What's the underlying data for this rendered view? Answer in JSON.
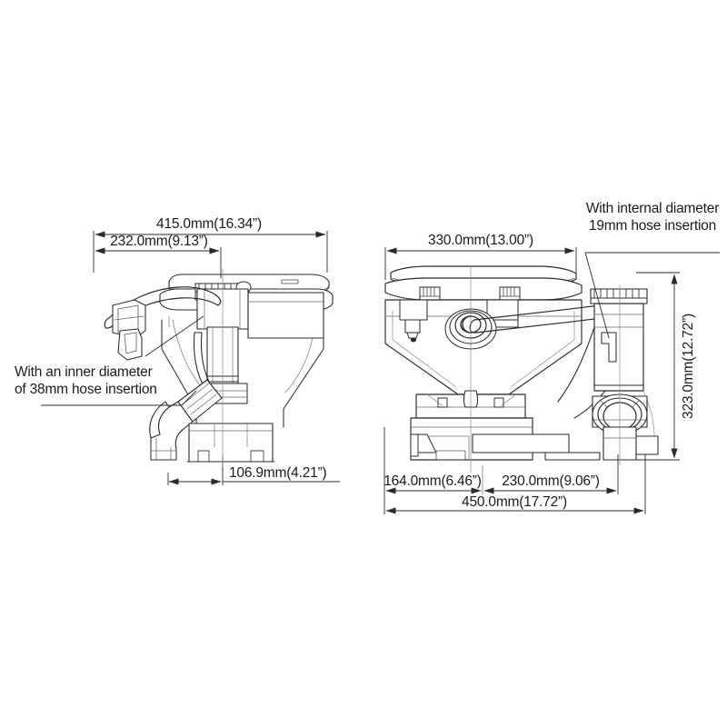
{
  "drawing": {
    "title": "Marine toilet dimensioned engineering drawing",
    "background_color": "#ffffff",
    "line_color": "#2b2b2b",
    "text_color": "#1b1b1b",
    "views": [
      {
        "name": "side-view",
        "position": "left"
      },
      {
        "name": "front-view",
        "position": "right"
      }
    ]
  },
  "side_view": {
    "name": "side-view",
    "dimensions": {
      "overall_length": "415.0mm(16.34”)",
      "partial_length": "232.0mm(9.13”)",
      "base_width": "106.9mm(4.21”)"
    },
    "annotation": {
      "line1": "With an inner diameter",
      "line2": "of 38mm hose insertion"
    }
  },
  "front_view": {
    "name": "front-view",
    "dimensions": {
      "seat_width": "330.0mm(13.00”)",
      "overall_width": "450.0mm(17.72”)",
      "left_offset": "164.0mm(6.46”)",
      "right_offset": "230.0mm(9.06”)",
      "overall_height": "323.0mm(12.72”)"
    },
    "annotation": {
      "line1": "With internal diameter",
      "line2": "19mm hose insertion"
    }
  }
}
